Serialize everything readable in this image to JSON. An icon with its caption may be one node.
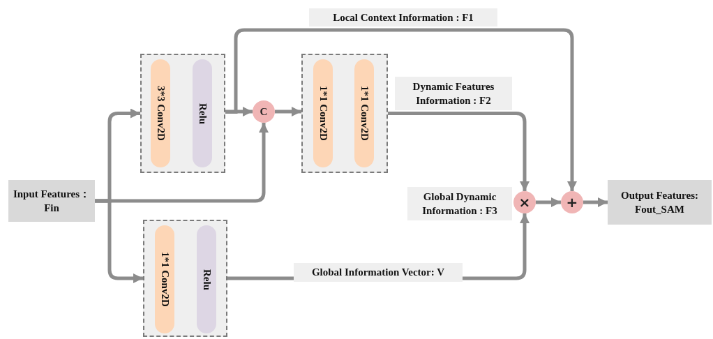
{
  "diagram": {
    "nodes": [
      {
        "text": [
          "Input Features：Fin"
        ]
      },
      {
        "text": [],
        "shape": "box"
      },
      {
        "text": [
          "3*3 Conv2D"
        ],
        "in": 1
      },
      {
        "text": [
          "Relu"
        ],
        "in": 1
      },
      {
        "text": [
          "C"
        ]
      },
      {
        "text": [],
        "shape": "box"
      },
      {
        "text": [
          "1*1 Conv2D"
        ],
        "in": 5
      },
      {
        "text": [
          "1*1 Conv2D"
        ],
        "in": 5
      },
      {
        "text": [],
        "shape": "box"
      },
      {
        "text": [
          "1*1 Conv2D"
        ],
        "in": 8
      },
      {
        "text": [
          "Relu"
        ],
        "in": 8
      },
      {
        "text": [
          "×"
        ],
        "beside": [
          "Global Dynamic Information : F3"
        ]
      },
      {
        "text": [
          "+"
        ]
      },
      {
        "text": [
          "Output Features: Fout_SAM"
        ]
      }
    ],
    "edges": [
      {
        "from": 0,
        "to": 1,
        "arrow": "to"
      },
      {
        "from": 0,
        "to": 8,
        "arrow": "to"
      },
      {
        "from": 0,
        "to": 4,
        "arrow": "to"
      },
      {
        "from": 1,
        "to": 4,
        "arrow": "to"
      },
      {
        "from": 1,
        "to": 12,
        "arrow": "to",
        "label": "Local Context Information : F1"
      },
      {
        "from": 4,
        "to": 5,
        "arrow": "to"
      },
      {
        "from": 5,
        "to": 11,
        "arrow": "to",
        "label": "Dynamic Features Information : F2"
      },
      {
        "from": 8,
        "to": 11,
        "arrow": "to",
        "label": "Global Information Vector: V"
      },
      {
        "from": 11,
        "to": 12,
        "arrow": "to"
      },
      {
        "from": 12,
        "to": 13,
        "arrow": "to"
      }
    ]
  }
}
